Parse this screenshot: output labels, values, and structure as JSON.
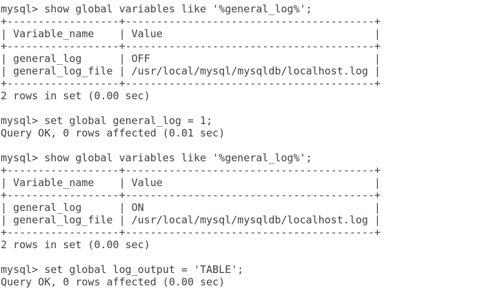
{
  "terminal": {
    "colors": {
      "background": "#ffffff",
      "text": "#3e4144"
    },
    "session": {
      "prompt": "mysql>",
      "commands": [
        "show global variables like '%general_log%';",
        "set global general_log = 1;",
        "show global variables like '%general_log%';",
        "set global log_output = 'TABLE';"
      ],
      "result_tables": [
        {
          "columns": [
            "Variable_name",
            "Value"
          ],
          "rows": [
            [
              "general_log",
              "OFF"
            ],
            [
              "general_log_file",
              "/usr/local/mysql/mysqldb/localhost.log"
            ]
          ],
          "status": "2 rows in set (0.00 sec)"
        },
        {
          "columns": [
            "Variable_name",
            "Value"
          ],
          "rows": [
            [
              "general_log",
              "ON"
            ],
            [
              "general_log_file",
              "/usr/local/mysql/mysqldb/localhost.log"
            ]
          ],
          "status": "2 rows in set (0.00 sec)"
        }
      ]
    },
    "lines": [
      "mysql> show global variables like '%general_log%';",
      "+------------------+----------------------------------------+",
      "| Variable_name    | Value                                  |",
      "+------------------+----------------------------------------+",
      "| general_log      | OFF                                    |",
      "| general_log_file | /usr/local/mysql/mysqldb/localhost.log |",
      "+------------------+----------------------------------------+",
      "2 rows in set (0.00 sec)",
      "",
      "mysql> set global general_log = 1;",
      "Query OK, 0 rows affected (0.01 sec)",
      "",
      "mysql> show global variables like '%general_log%';",
      "+------------------+----------------------------------------+",
      "| Variable_name    | Value                                  |",
      "+------------------+----------------------------------------+",
      "| general_log      | ON                                     |",
      "| general_log_file | /usr/local/mysql/mysqldb/localhost.log |",
      "+------------------+----------------------------------------+",
      "2 rows in set (0.00 sec)",
      "",
      "mysql> set global log_output = 'TABLE';",
      "Query OK, 0 rows affected (0.00 sec)"
    ]
  }
}
